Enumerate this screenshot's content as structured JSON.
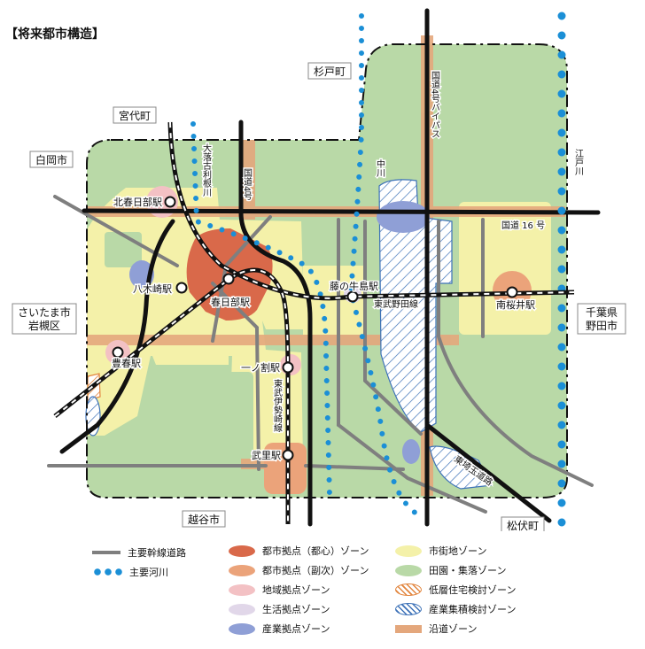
{
  "title": "【将来都市構造】",
  "places": {
    "sugito": "杉戸町",
    "miyashiro": "宮代町",
    "shiraoka": "白岡市",
    "saitama_iwatsuki": [
      "さいたま市",
      "岩槻区"
    ],
    "koshigaya": "越谷市",
    "matsubushi": "松伏町",
    "chiba_noda": [
      "千葉県",
      "野田市"
    ]
  },
  "stations": {
    "kita_kasukabe": "北春日部駅",
    "yagisaki": "八木崎駅",
    "kasukabe": "春日部駅",
    "fujinoushijima": "藤の牛島駅",
    "minami_sakurai": "南桜井駅",
    "toyoharu": "豊春駅",
    "ichinowari": "一ノ割駅",
    "takesato": "武里駅"
  },
  "lines": {
    "tobu_noda": "東武野田線",
    "tobu_isesaki": "東武伊勢崎線",
    "route4": "国道4号",
    "route4_bypass": "国道4号バイパス",
    "route16": "国道 16 号",
    "naka_river": "中川",
    "otoshi_tone": "大落古利根川",
    "edo_river": "江戸川",
    "tosaitama": "東埼玉道路"
  },
  "legend": {
    "col1": [
      {
        "label": "主要幹線道路",
        "sym": "road"
      },
      {
        "label": "主要河川",
        "sym": "river"
      }
    ],
    "col2": [
      {
        "label": "都市拠点（都心）ゾーン",
        "sym": "ellipse",
        "color": "#d9694a"
      },
      {
        "label": "都市拠点（副次）ゾーン",
        "sym": "ellipse",
        "color": "#eba37a"
      },
      {
        "label": "地域拠点ゾーン",
        "sym": "ellipse",
        "color": "#f3c1c4"
      },
      {
        "label": "生活拠点ゾーン",
        "sym": "ellipse",
        "color": "#e1d7e9"
      },
      {
        "label": "産業拠点ゾーン",
        "sym": "ellipse",
        "color": "#8f9fd6"
      }
    ],
    "col3": [
      {
        "label": "市街地ゾーン",
        "sym": "ellipse",
        "color": "#f4f1a9"
      },
      {
        "label": "田園・集落ゾーン",
        "sym": "ellipse",
        "color": "#b9d9a7"
      },
      {
        "label": "低層住宅検討ゾーン",
        "sym": "hatch-orange"
      },
      {
        "label": "産業集積検討ゾーン",
        "sym": "hatch-blue"
      },
      {
        "label": "沿道ゾーン",
        "sym": "band"
      }
    ]
  },
  "colors": {
    "rural": "#b9d9a7",
    "urban": "#f4f1a9",
    "core": "#d9694a",
    "subcore": "#eba37a",
    "regional": "#f3c1c4",
    "life": "#e1d7e9",
    "industry": "#8f9fd6",
    "roadside": "#e4a77c",
    "road": "#7f7f7f",
    "river": "#1b8fd6"
  }
}
